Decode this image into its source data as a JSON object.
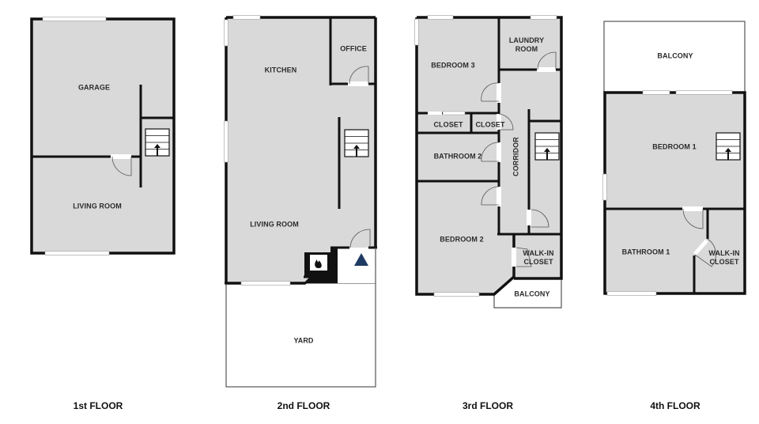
{
  "colors": {
    "room_fill": "#d9d9d9",
    "wall": "#111111",
    "outdoor_fill": "#ffffff",
    "window": "#ffffff",
    "entrance_marker": "#1f3a63"
  },
  "floors": [
    {
      "label": "1st FLOOR",
      "rooms": [
        {
          "name": "GARAGE"
        },
        {
          "name": "LIVING ROOM"
        }
      ],
      "features": [
        "stairs-up"
      ]
    },
    {
      "label": "2nd FLOOR",
      "rooms": [
        {
          "name": "KITCHEN"
        },
        {
          "name": "OFFICE"
        },
        {
          "name": "LIVING ROOM"
        },
        {
          "name": "YARD"
        }
      ],
      "features": [
        "stairs-up",
        "fireplace",
        "entrance-marker"
      ]
    },
    {
      "label": "3rd FLOOR",
      "rooms": [
        {
          "name": "BEDROOM 3"
        },
        {
          "name": "LAUNDRY ROOM"
        },
        {
          "name": "CLOSET"
        },
        {
          "name": "CLOSET"
        },
        {
          "name": "BATHROOM 2"
        },
        {
          "name": "CORRIDOR"
        },
        {
          "name": "BEDROOM 2"
        },
        {
          "name": "WALK-IN CLOSET"
        },
        {
          "name": "BALCONY"
        }
      ],
      "features": [
        "stairs-up"
      ]
    },
    {
      "label": "4th FLOOR",
      "rooms": [
        {
          "name": "BALCONY"
        },
        {
          "name": "BEDROOM 1"
        },
        {
          "name": "BATHROOM 1"
        },
        {
          "name": "WALK-IN CLOSET"
        }
      ],
      "features": [
        "stairs-up"
      ]
    }
  ]
}
